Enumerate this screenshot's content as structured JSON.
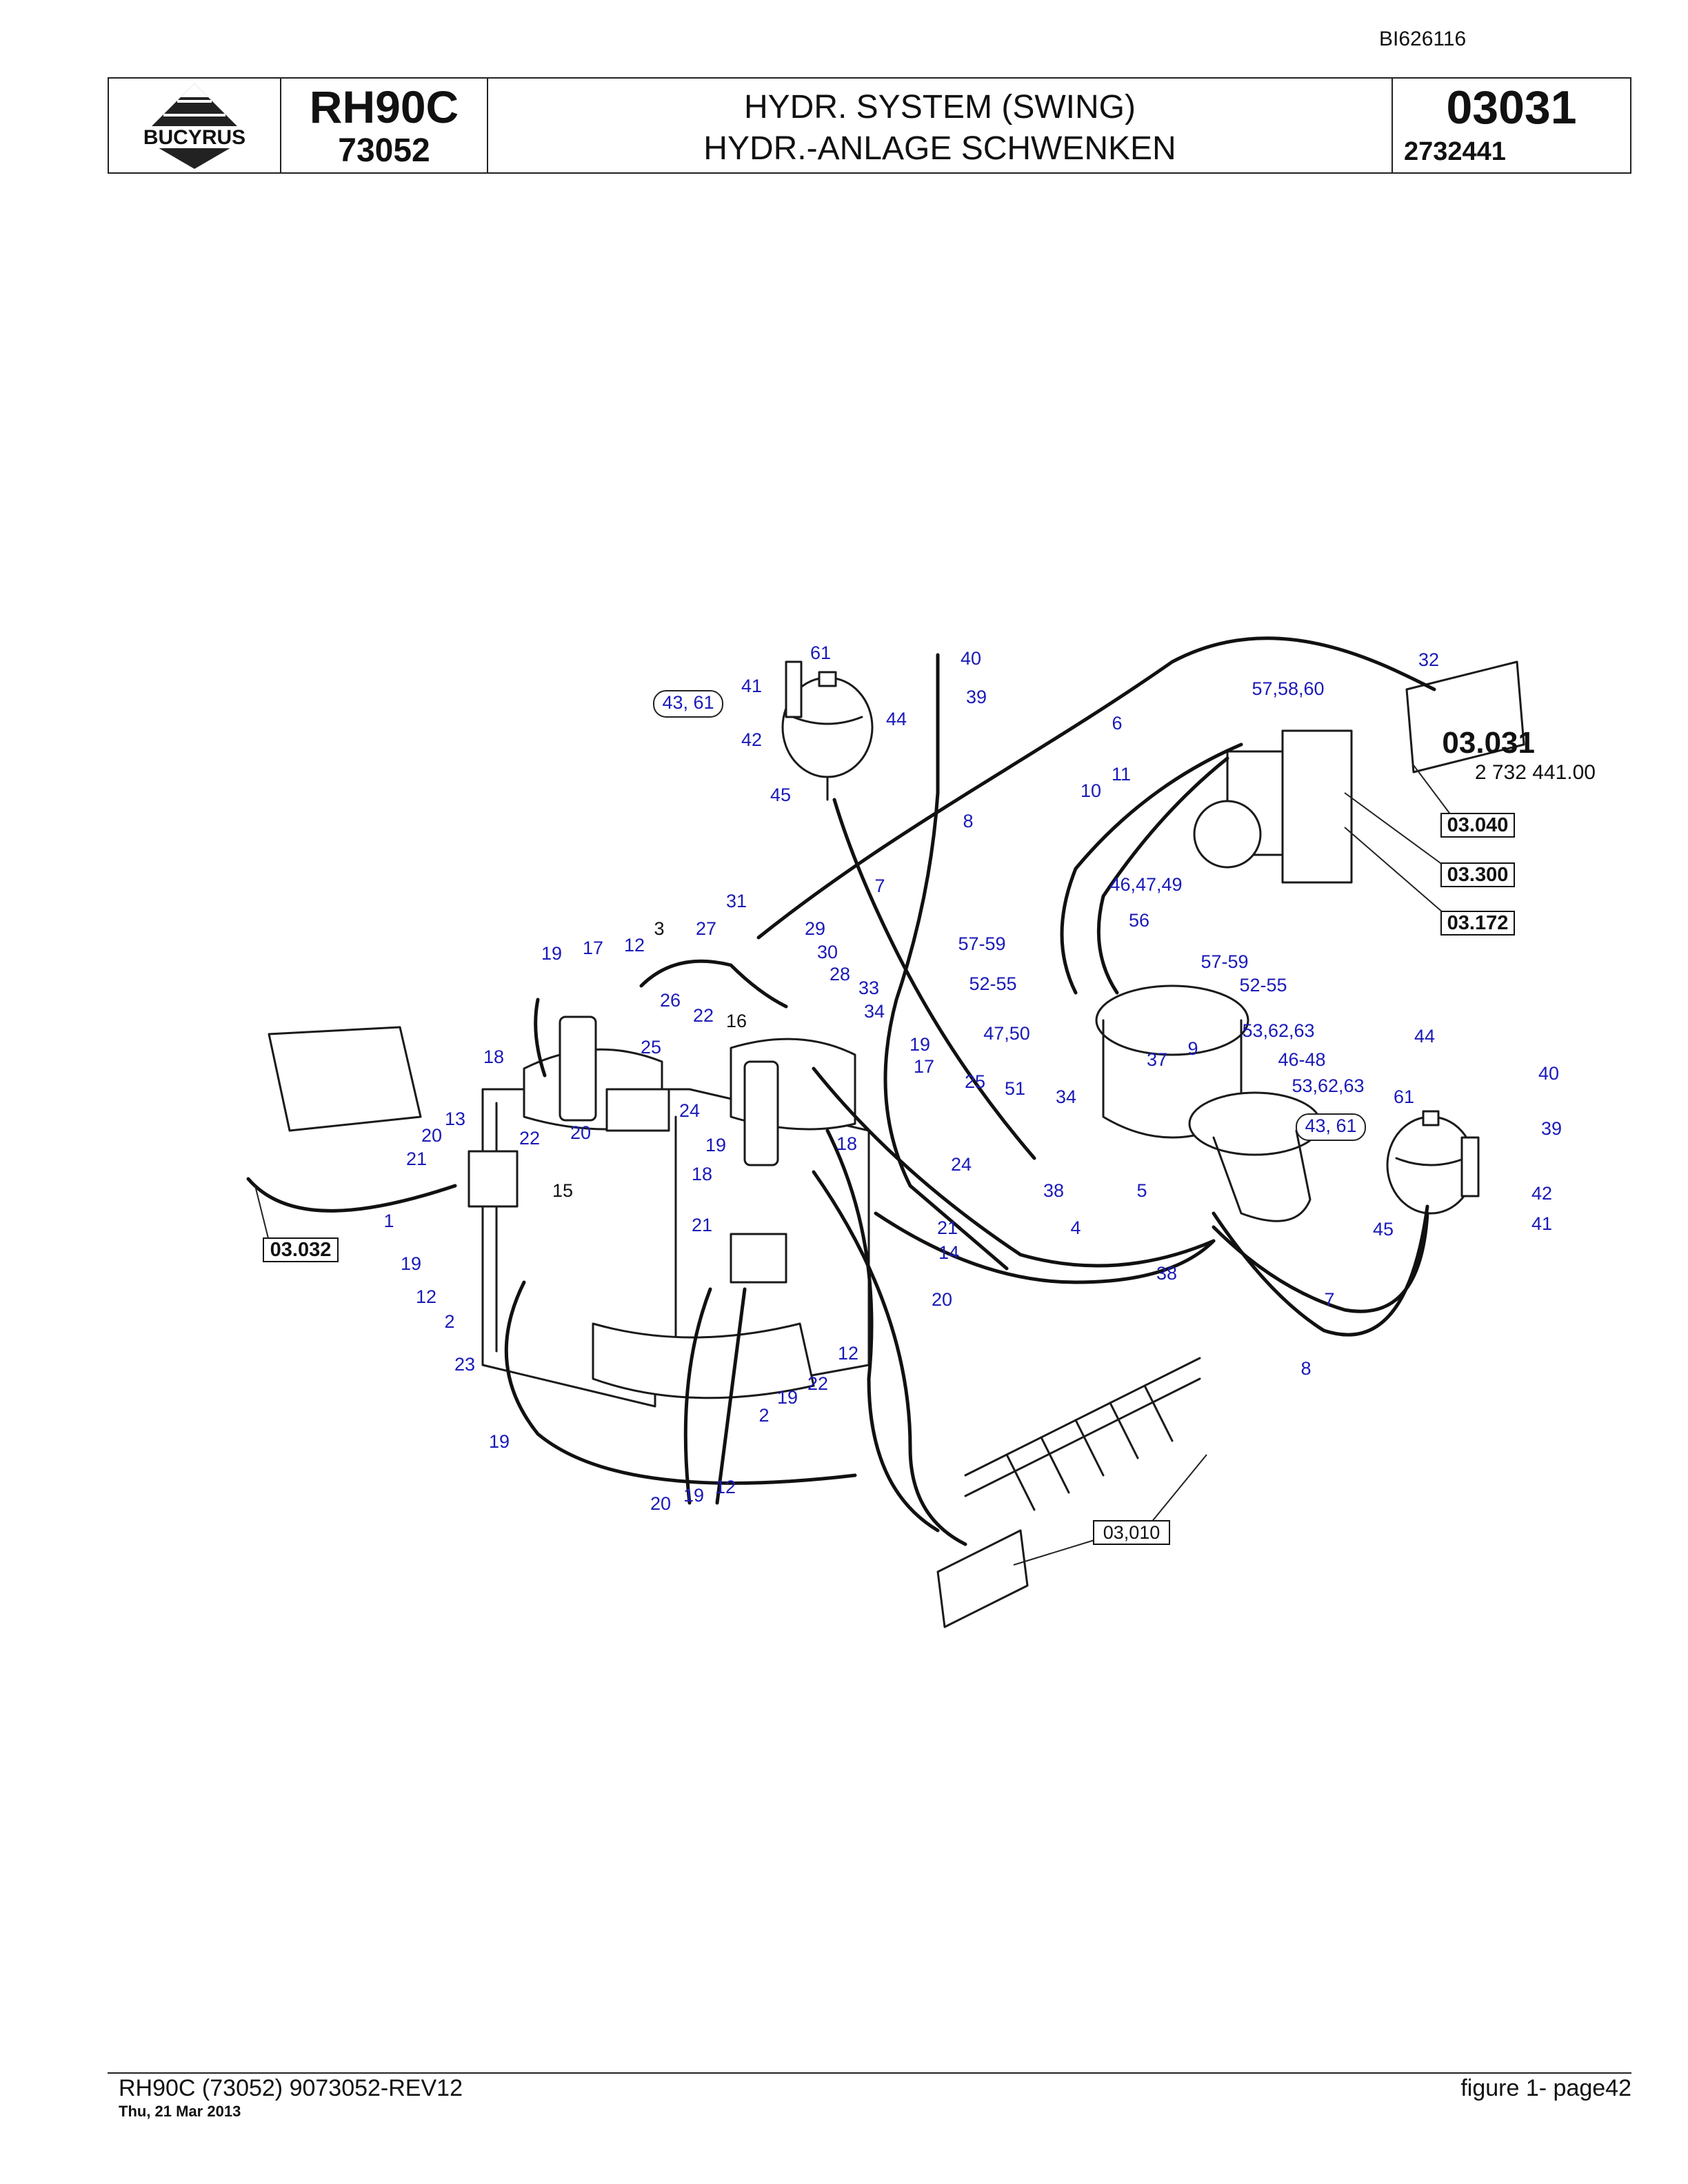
{
  "doc_id": "BI626116",
  "header": {
    "logo_text": "BUCYRUS",
    "model": "RH90C",
    "serial": "73052",
    "title_en": "HYDR. SYSTEM (SWING)",
    "title_de": "HYDR.-ANLAGE SCHWENKEN",
    "group_number": "03031",
    "part_number": "2732441"
  },
  "diagram": {
    "assembly_label": "03.031",
    "assembly_part": "2 732 441.00",
    "refs": [
      "03.040",
      "03.300",
      "03.172",
      "03.032",
      "03,010"
    ],
    "callouts": [
      {
        "id": "c61a",
        "t": "61"
      },
      {
        "id": "c40a",
        "t": "40"
      },
      {
        "id": "c41a",
        "t": "41"
      },
      {
        "id": "c4361a",
        "t": "43, 61"
      },
      {
        "id": "c44a",
        "t": "44"
      },
      {
        "id": "c39a",
        "t": "39"
      },
      {
        "id": "c42a",
        "t": "42"
      },
      {
        "id": "c45a",
        "t": "45"
      },
      {
        "id": "c6",
        "t": "6"
      },
      {
        "id": "c32",
        "t": "32"
      },
      {
        "id": "c575860",
        "t": "57,58,60"
      },
      {
        "id": "c8a",
        "t": "8"
      },
      {
        "id": "c10",
        "t": "10"
      },
      {
        "id": "c11",
        "t": "11"
      },
      {
        "id": "c7a",
        "t": "7"
      },
      {
        "id": "c31",
        "t": "31"
      },
      {
        "id": "c464749",
        "t": "46,47,49"
      },
      {
        "id": "c56",
        "t": "56"
      },
      {
        "id": "c3",
        "t": "3"
      },
      {
        "id": "c27",
        "t": "27"
      },
      {
        "id": "c29",
        "t": "29"
      },
      {
        "id": "c30",
        "t": "30"
      },
      {
        "id": "c19a",
        "t": "19"
      },
      {
        "id": "c17a",
        "t": "17"
      },
      {
        "id": "c12a",
        "t": "12"
      },
      {
        "id": "c5759a",
        "t": "57-59"
      },
      {
        "id": "c5759b",
        "t": "57-59"
      },
      {
        "id": "c28",
        "t": "28"
      },
      {
        "id": "c33",
        "t": "33"
      },
      {
        "id": "c26",
        "t": "26"
      },
      {
        "id": "c5255a",
        "t": "52-55"
      },
      {
        "id": "c5255b",
        "t": "52-55"
      },
      {
        "id": "c34a",
        "t": "34"
      },
      {
        "id": "c22a",
        "t": "22"
      },
      {
        "id": "c16",
        "t": "16"
      },
      {
        "id": "c4750",
        "t": "47,50"
      },
      {
        "id": "c536263a",
        "t": "53,62,63"
      },
      {
        "id": "c44b",
        "t": "44"
      },
      {
        "id": "c18a",
        "t": "18"
      },
      {
        "id": "c25a",
        "t": "25"
      },
      {
        "id": "c19b",
        "t": "19"
      },
      {
        "id": "c9",
        "t": "9"
      },
      {
        "id": "c17b",
        "t": "17"
      },
      {
        "id": "c37",
        "t": "37"
      },
      {
        "id": "c4648",
        "t": "46-48"
      },
      {
        "id": "c40b",
        "t": "40"
      },
      {
        "id": "c25b",
        "t": "25"
      },
      {
        "id": "c51",
        "t": "51"
      },
      {
        "id": "c536263b",
        "t": "53,62,63"
      },
      {
        "id": "c34b",
        "t": "34"
      },
      {
        "id": "c61b",
        "t": "61"
      },
      {
        "id": "c13",
        "t": "13"
      },
      {
        "id": "c24a",
        "t": "24"
      },
      {
        "id": "c4361b",
        "t": "43, 61"
      },
      {
        "id": "c39b",
        "t": "39"
      },
      {
        "id": "c20a",
        "t": "20"
      },
      {
        "id": "c22b",
        "t": "22"
      },
      {
        "id": "c20b",
        "t": "20"
      },
      {
        "id": "c19c",
        "t": "19"
      },
      {
        "id": "c18b",
        "t": "18"
      },
      {
        "id": "c21a",
        "t": "21"
      },
      {
        "id": "c24b",
        "t": "24"
      },
      {
        "id": "c18c",
        "t": "18"
      },
      {
        "id": "c15",
        "t": "15"
      },
      {
        "id": "c38a",
        "t": "38"
      },
      {
        "id": "c5",
        "t": "5"
      },
      {
        "id": "c42b",
        "t": "42"
      },
      {
        "id": "c1",
        "t": "1"
      },
      {
        "id": "c21b",
        "t": "21"
      },
      {
        "id": "c4",
        "t": "4"
      },
      {
        "id": "c45b",
        "t": "45"
      },
      {
        "id": "c41b",
        "t": "41"
      },
      {
        "id": "c21c",
        "t": "21"
      },
      {
        "id": "c19d",
        "t": "19"
      },
      {
        "id": "c14",
        "t": "14"
      },
      {
        "id": "c38b",
        "t": "38"
      },
      {
        "id": "c12b",
        "t": "12"
      },
      {
        "id": "c20c",
        "t": "20"
      },
      {
        "id": "c7b",
        "t": "7"
      },
      {
        "id": "c2a",
        "t": "2"
      },
      {
        "id": "c8b",
        "t": "8"
      },
      {
        "id": "c23",
        "t": "23"
      },
      {
        "id": "c12c",
        "t": "12"
      },
      {
        "id": "c22c",
        "t": "22"
      },
      {
        "id": "c19e",
        "t": "19"
      },
      {
        "id": "c2b",
        "t": "2"
      },
      {
        "id": "c19f",
        "t": "19"
      },
      {
        "id": "c20d",
        "t": "20"
      },
      {
        "id": "c19g",
        "t": "19"
      },
      {
        "id": "c12d",
        "t": "12"
      }
    ]
  },
  "footer": {
    "left": "RH90C (73052) 9073052-REV12",
    "date": "Thu, 21 Mar 2013",
    "right": "figure  1-  page42"
  }
}
